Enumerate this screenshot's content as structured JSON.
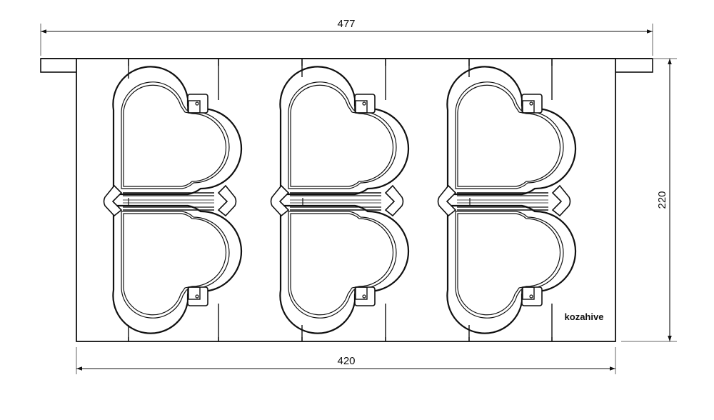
{
  "drawing": {
    "type": "technical-drawing",
    "subject": "three double-heart panel frame",
    "brand_label": "kozahive",
    "heart_pairs_count": 3,
    "line_color": "#111111",
    "dim_line_color": "#222222"
  },
  "dimensions": {
    "overall_width": "477",
    "body_width": "420",
    "height": "220"
  }
}
